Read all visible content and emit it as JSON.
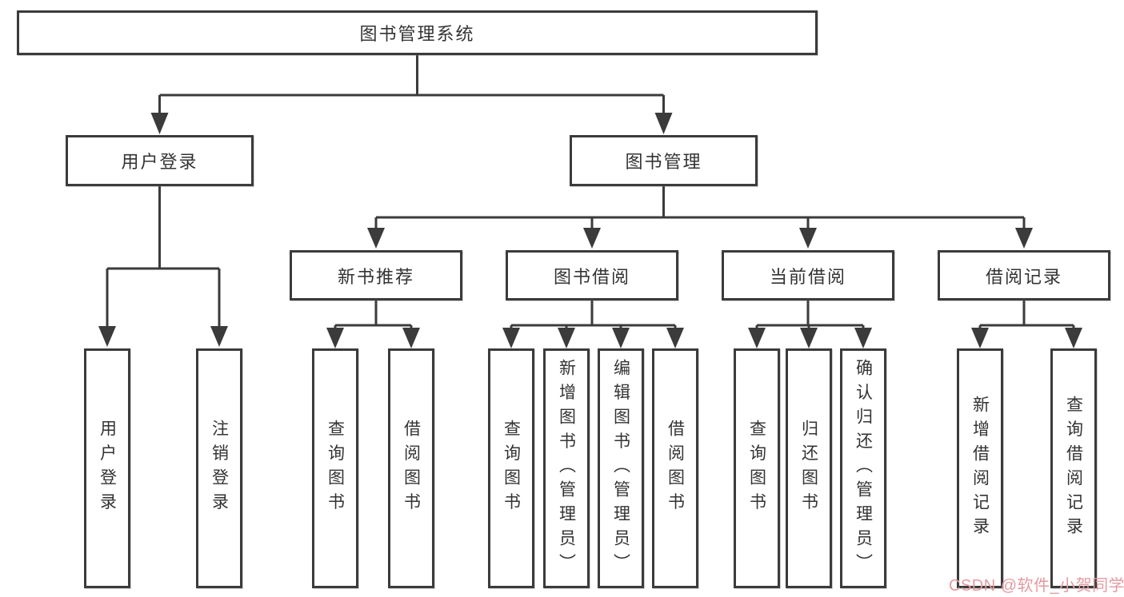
{
  "colors": {
    "line": "#3b3b3b",
    "text": "#333333",
    "box-bg": "#ffffff",
    "watermark": "#e59aa1"
  },
  "tree": {
    "root": {
      "label": "图书管理系统"
    },
    "level2": [
      {
        "id": "user-login",
        "label": "用户登录"
      },
      {
        "id": "book-management",
        "label": "图书管理"
      }
    ],
    "level3": [
      {
        "id": "new-book-recommend",
        "label": "新书推荐"
      },
      {
        "id": "book-borrowing",
        "label": "图书借阅"
      },
      {
        "id": "current-borrowing",
        "label": "当前借阅"
      },
      {
        "id": "borrowing-records",
        "label": "借阅记录"
      }
    ],
    "leaves": {
      "user_login": [
        "用户登录",
        "注销登录"
      ],
      "new_book_recommend": [
        "查询图书",
        "借阅图书"
      ],
      "book_borrowing": [
        "查询图书",
        "新增图书（管理员）",
        "编辑图书（管理员）",
        "借阅图书"
      ],
      "current_borrowing": [
        "查询图书",
        "归还图书",
        "确认归还（管理员）"
      ],
      "borrowing_records": [
        "新增借阅记录",
        "查询借阅记录"
      ]
    }
  },
  "watermark": {
    "text": "CSDN @软件_小贺同学"
  }
}
